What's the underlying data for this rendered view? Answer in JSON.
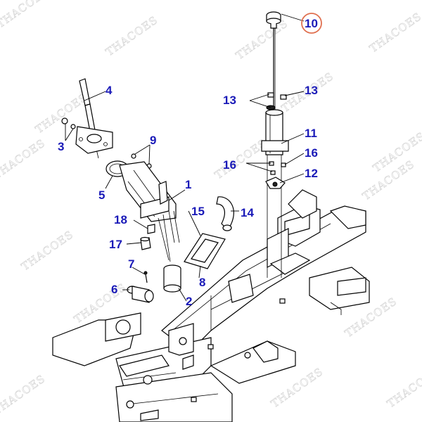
{
  "watermark": "THACOES",
  "callouts": [
    {
      "id": "p1",
      "label": "1"
    },
    {
      "id": "p2",
      "label": "2"
    },
    {
      "id": "p3",
      "label": "3"
    },
    {
      "id": "p4",
      "label": "4"
    },
    {
      "id": "p5",
      "label": "5"
    },
    {
      "id": "p6",
      "label": "6"
    },
    {
      "id": "p7",
      "label": "7"
    },
    {
      "id": "p8",
      "label": "8"
    },
    {
      "id": "p9",
      "label": "9"
    },
    {
      "id": "p10",
      "label": "10"
    },
    {
      "id": "p11",
      "label": "11"
    },
    {
      "id": "p12",
      "label": "12"
    },
    {
      "id": "p13a",
      "label": "13"
    },
    {
      "id": "p13b",
      "label": "13"
    },
    {
      "id": "p14",
      "label": "14"
    },
    {
      "id": "p15",
      "label": "15"
    },
    {
      "id": "p16a",
      "label": "16"
    },
    {
      "id": "p16b",
      "label": "16"
    },
    {
      "id": "p17",
      "label": "17"
    },
    {
      "id": "p18",
      "label": "18"
    }
  ],
  "highlight": {
    "label": "10",
    "color": "#e07050"
  },
  "colors": {
    "label": "#1a1ab8",
    "line": "#000000",
    "watermark": "#d8d8d8"
  }
}
